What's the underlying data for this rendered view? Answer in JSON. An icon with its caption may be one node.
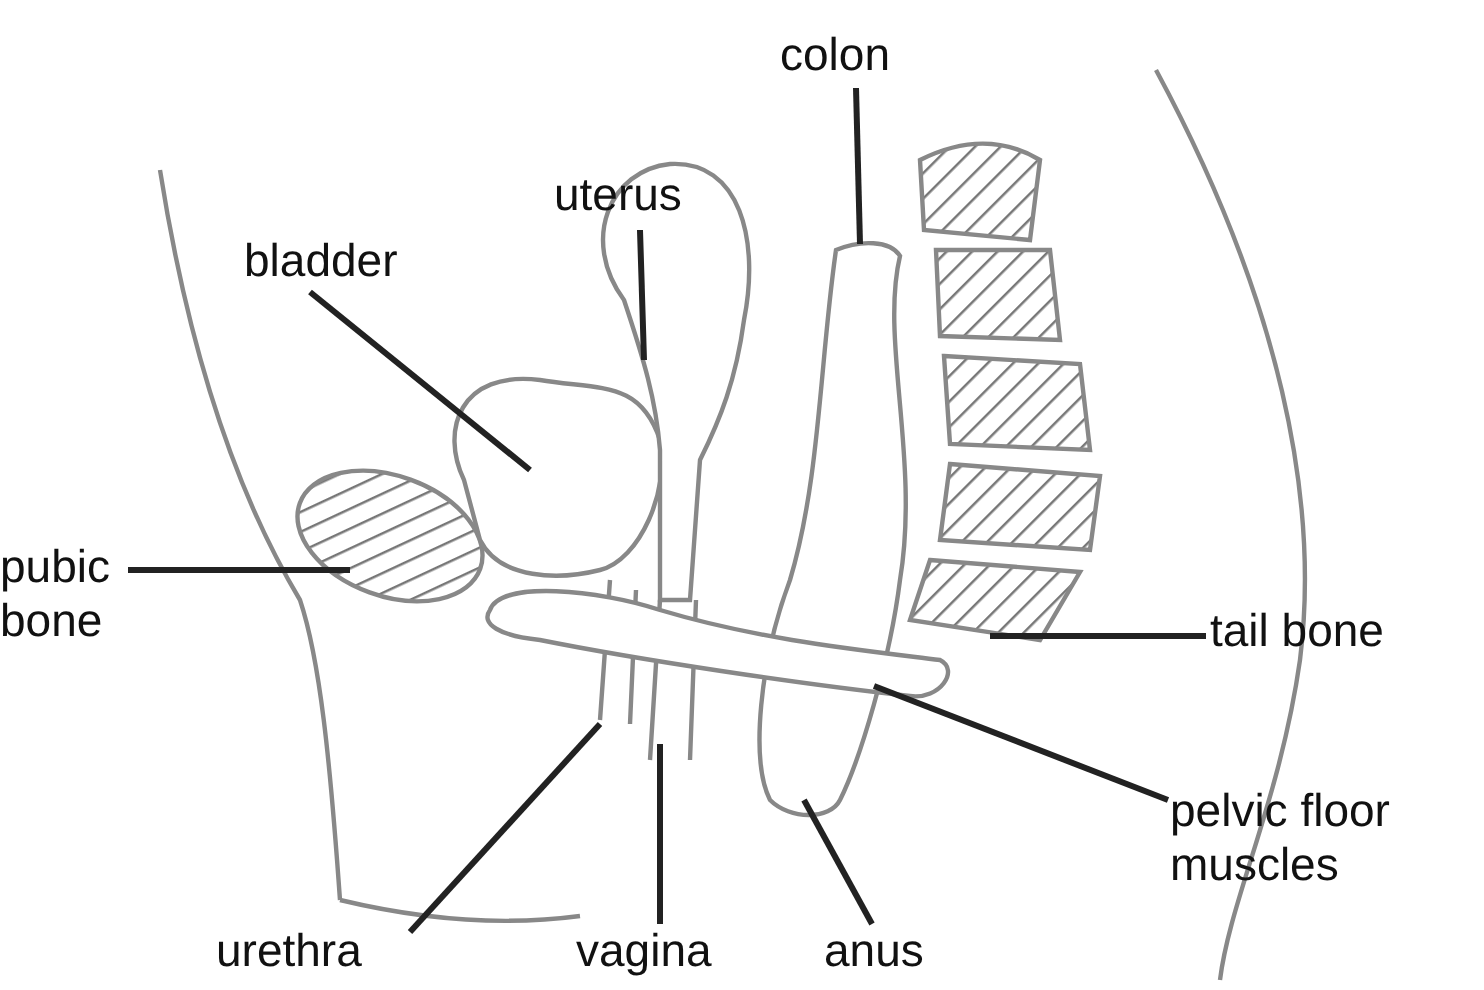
{
  "diagram": {
    "nodes": [
      {
        "text": [
          "colon"
        ]
      },
      {
        "text": [
          "uterus"
        ]
      },
      {
        "text": [
          "bladder"
        ]
      },
      {
        "text": [
          "pubic bone"
        ]
      },
      {
        "text": [
          "tail bone"
        ]
      },
      {
        "text": [
          "pelvic floor muscles"
        ]
      },
      {
        "text": [
          "urethra"
        ]
      },
      {
        "text": [
          "vagina"
        ]
      },
      {
        "text": [
          "anus"
        ]
      }
    ],
    "edges": [
      {
        "from": 0,
        "to": null,
        "arrow": "none"
      },
      {
        "from": 1,
        "to": null,
        "arrow": "none"
      },
      {
        "from": 2,
        "to": null,
        "arrow": "none"
      },
      {
        "from": 3,
        "to": null,
        "arrow": "none"
      },
      {
        "from": 4,
        "to": null,
        "arrow": "none"
      },
      {
        "from": 5,
        "to": null,
        "arrow": "none"
      },
      {
        "from": 6,
        "to": null,
        "arrow": "none"
      },
      {
        "from": 7,
        "to": null,
        "arrow": "none"
      },
      {
        "from": 8,
        "to": null,
        "arrow": "none"
      }
    ]
  }
}
